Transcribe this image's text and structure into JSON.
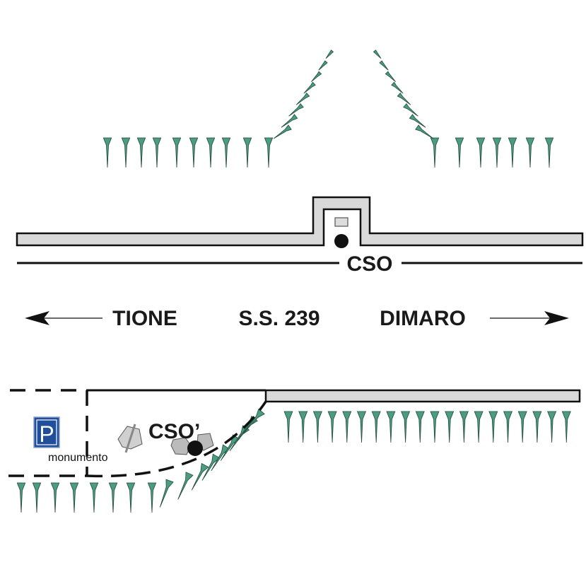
{
  "labels": {
    "cso": "CSO",
    "cso_prime": "CSO’",
    "left_direction": "TIONE",
    "road": "S.S. 239",
    "right_direction": "DIMARO",
    "parking": "P",
    "monument": "monumento"
  },
  "colors": {
    "tree": "#4c9c82",
    "road": "#d9d9d9",
    "parking_bg": "#1f4f9a"
  }
}
